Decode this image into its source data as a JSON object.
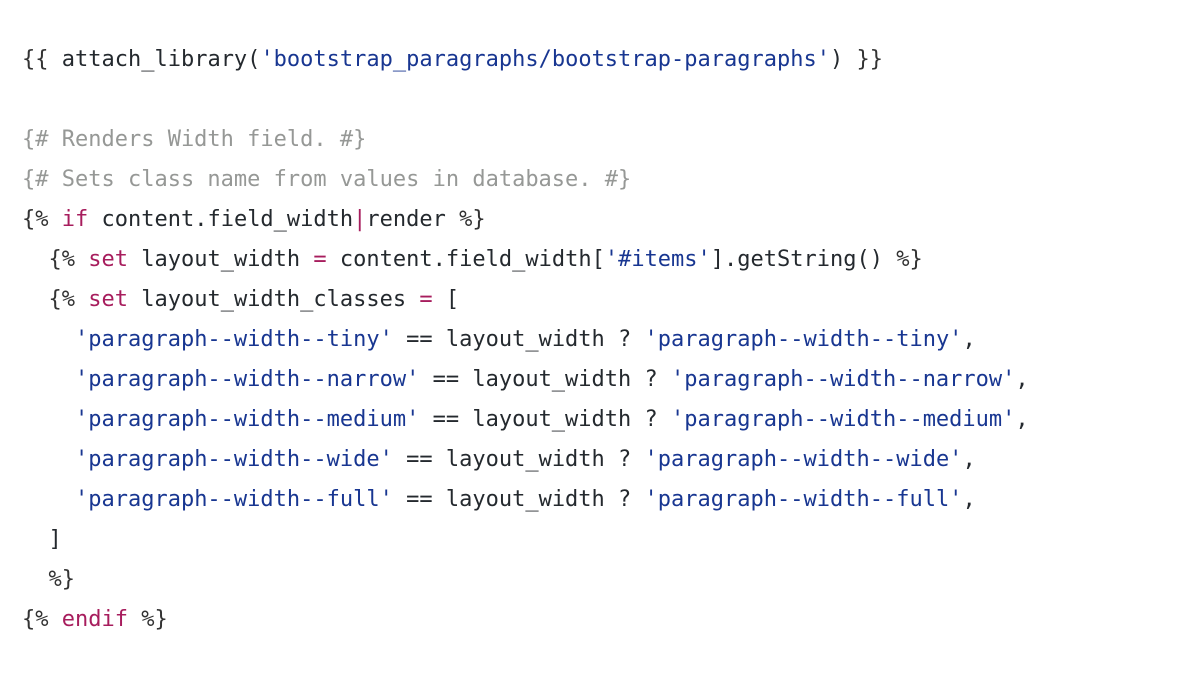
{
  "code": {
    "lines": [
      [
        {
          "t": "{{ ",
          "c": "delim"
        },
        {
          "t": "attach_library(",
          "c": "plain"
        },
        {
          "t": "'bootstrap_paragraphs/bootstrap-paragraphs'",
          "c": "string"
        },
        {
          "t": ") ",
          "c": "plain"
        },
        {
          "t": "}}",
          "c": "delim"
        }
      ],
      [],
      [
        {
          "t": "{# Renders Width field. #}",
          "c": "comment"
        }
      ],
      [
        {
          "t": "{# Sets class name from values in database. #}",
          "c": "comment"
        }
      ],
      [
        {
          "t": "{% ",
          "c": "delim"
        },
        {
          "t": "if",
          "c": "keyword"
        },
        {
          "t": " content.field_width",
          "c": "plain"
        },
        {
          "t": "|",
          "c": "pipe"
        },
        {
          "t": "render ",
          "c": "plain"
        },
        {
          "t": "%}",
          "c": "delim"
        }
      ],
      [
        {
          "t": "  {% ",
          "c": "delim"
        },
        {
          "t": "set",
          "c": "keyword"
        },
        {
          "t": " layout_width ",
          "c": "plain"
        },
        {
          "t": "=",
          "c": "keyword"
        },
        {
          "t": " content.field_width[",
          "c": "plain"
        },
        {
          "t": "'#items'",
          "c": "string"
        },
        {
          "t": "].getString() ",
          "c": "plain"
        },
        {
          "t": "%}",
          "c": "delim"
        }
      ],
      [
        {
          "t": "  {% ",
          "c": "delim"
        },
        {
          "t": "set",
          "c": "keyword"
        },
        {
          "t": " layout_width_classes ",
          "c": "plain"
        },
        {
          "t": "=",
          "c": "keyword"
        },
        {
          "t": " [",
          "c": "plain"
        }
      ],
      [
        {
          "t": "    ",
          "c": "plain"
        },
        {
          "t": "'paragraph--width--tiny'",
          "c": "string"
        },
        {
          "t": " == layout_width ? ",
          "c": "plain"
        },
        {
          "t": "'paragraph--width--tiny'",
          "c": "string"
        },
        {
          "t": ",",
          "c": "plain"
        }
      ],
      [
        {
          "t": "    ",
          "c": "plain"
        },
        {
          "t": "'paragraph--width--narrow'",
          "c": "string"
        },
        {
          "t": " == layout_width ? ",
          "c": "plain"
        },
        {
          "t": "'paragraph--width--narrow'",
          "c": "string"
        },
        {
          "t": ",",
          "c": "plain"
        }
      ],
      [
        {
          "t": "    ",
          "c": "plain"
        },
        {
          "t": "'paragraph--width--medium'",
          "c": "string"
        },
        {
          "t": " == layout_width ? ",
          "c": "plain"
        },
        {
          "t": "'paragraph--width--medium'",
          "c": "string"
        },
        {
          "t": ",",
          "c": "plain"
        }
      ],
      [
        {
          "t": "    ",
          "c": "plain"
        },
        {
          "t": "'paragraph--width--wide'",
          "c": "string"
        },
        {
          "t": " == layout_width ? ",
          "c": "plain"
        },
        {
          "t": "'paragraph--width--wide'",
          "c": "string"
        },
        {
          "t": ",",
          "c": "plain"
        }
      ],
      [
        {
          "t": "    ",
          "c": "plain"
        },
        {
          "t": "'paragraph--width--full'",
          "c": "string"
        },
        {
          "t": " == layout_width ? ",
          "c": "plain"
        },
        {
          "t": "'paragraph--width--full'",
          "c": "string"
        },
        {
          "t": ",",
          "c": "plain"
        }
      ],
      [
        {
          "t": "  ]",
          "c": "plain"
        }
      ],
      [
        {
          "t": "  %}",
          "c": "delim"
        }
      ],
      [
        {
          "t": "{% ",
          "c": "delim"
        },
        {
          "t": "endif",
          "c": "keyword"
        },
        {
          "t": " %}",
          "c": "delim"
        }
      ]
    ]
  },
  "colors": {
    "background": "#ffffff",
    "plain": "#24292e",
    "delimiter": "#333333",
    "comment": "#969896",
    "keyword": "#a71d5d",
    "string": "#183691"
  }
}
